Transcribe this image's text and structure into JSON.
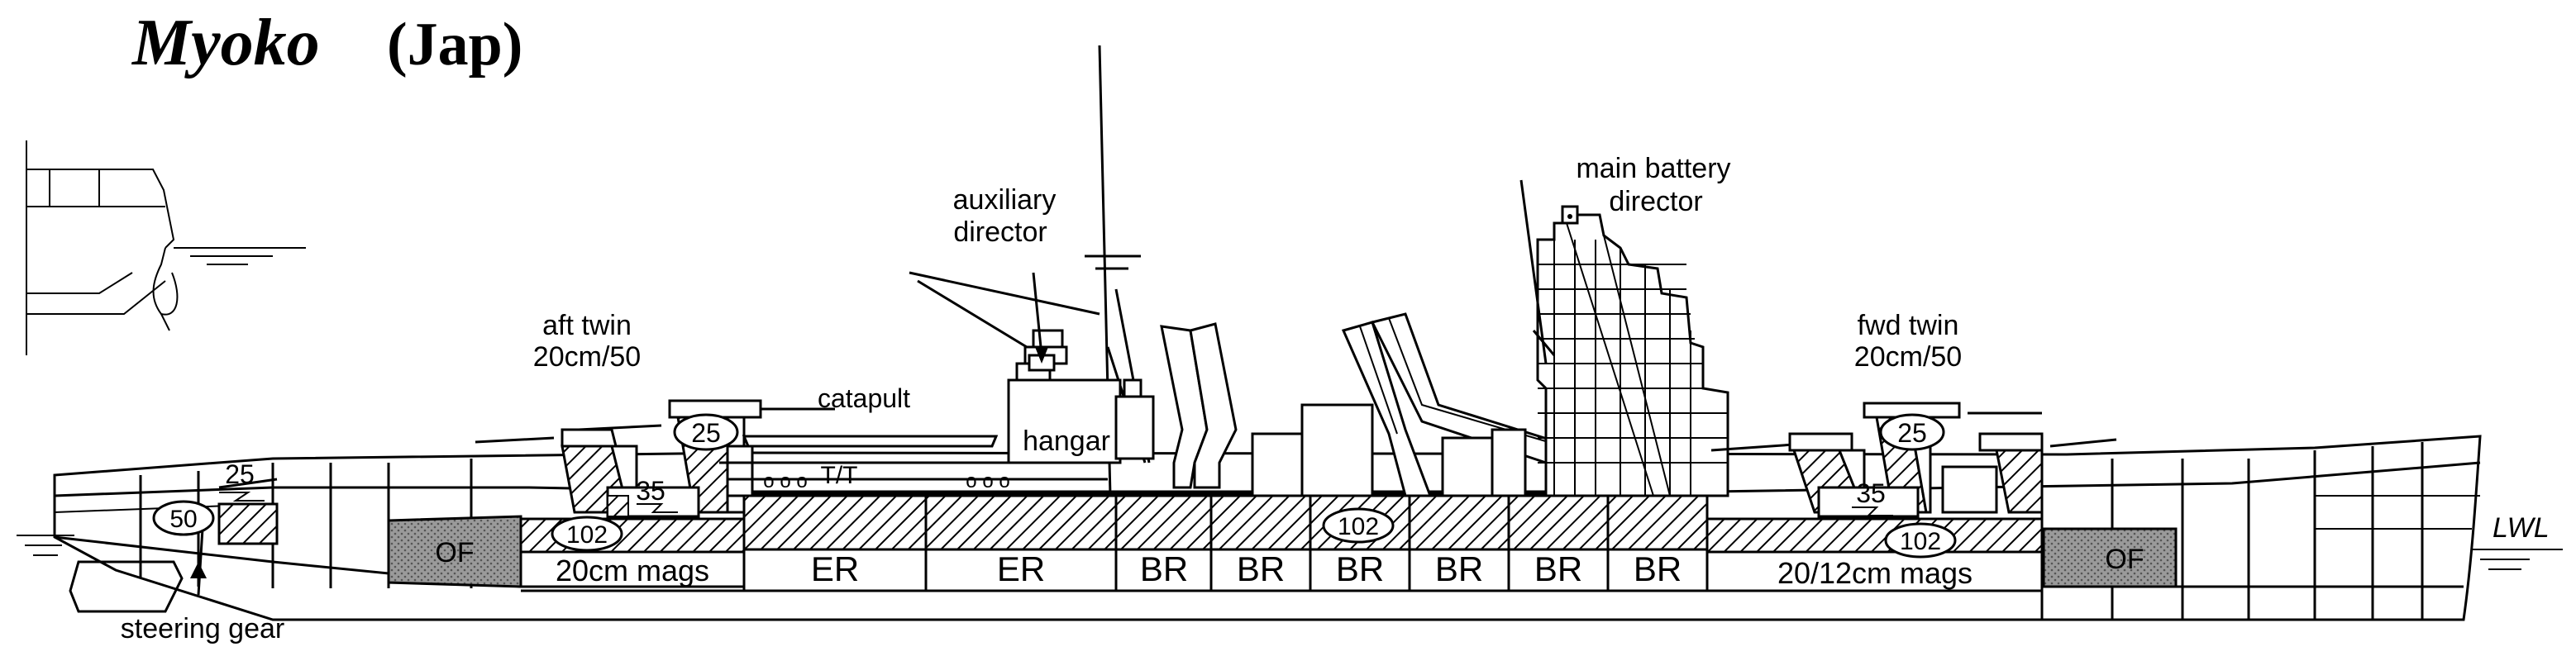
{
  "title": {
    "ship": "Myoko",
    "nation": "(Jap)"
  },
  "labels": {
    "aft_turret": [
      "aft twin",
      "20cm/50"
    ],
    "fwd_turret": [
      "fwd twin",
      "20cm/50"
    ],
    "catapult": "catapult",
    "aux_director": [
      "auxiliary",
      "director"
    ],
    "main_director": [
      "main battery",
      "director"
    ],
    "hangar": "hangar",
    "torpedo_tubes": "T/T",
    "steering_gear": "steering gear",
    "waterline": "LWL"
  },
  "armor": {
    "aft_barbette": "25",
    "fwd_barbette": "25",
    "stern_deck": "25",
    "steering": "50",
    "aft_deck": "35",
    "mid_deck": "35",
    "fwd_deck": "35",
    "aft_belt": "102",
    "mid_belt": "102",
    "fwd_belt": "102"
  },
  "compartments": [
    "OF",
    "20cm mags",
    "ER",
    "ER",
    "BR",
    "BR",
    "BR",
    "BR",
    "BR",
    "BR",
    "20/12cm mags",
    "OF"
  ],
  "colors": {
    "ink": "#000000",
    "paper": "#ffffff",
    "hatch_fill": "#9a9a9a"
  }
}
